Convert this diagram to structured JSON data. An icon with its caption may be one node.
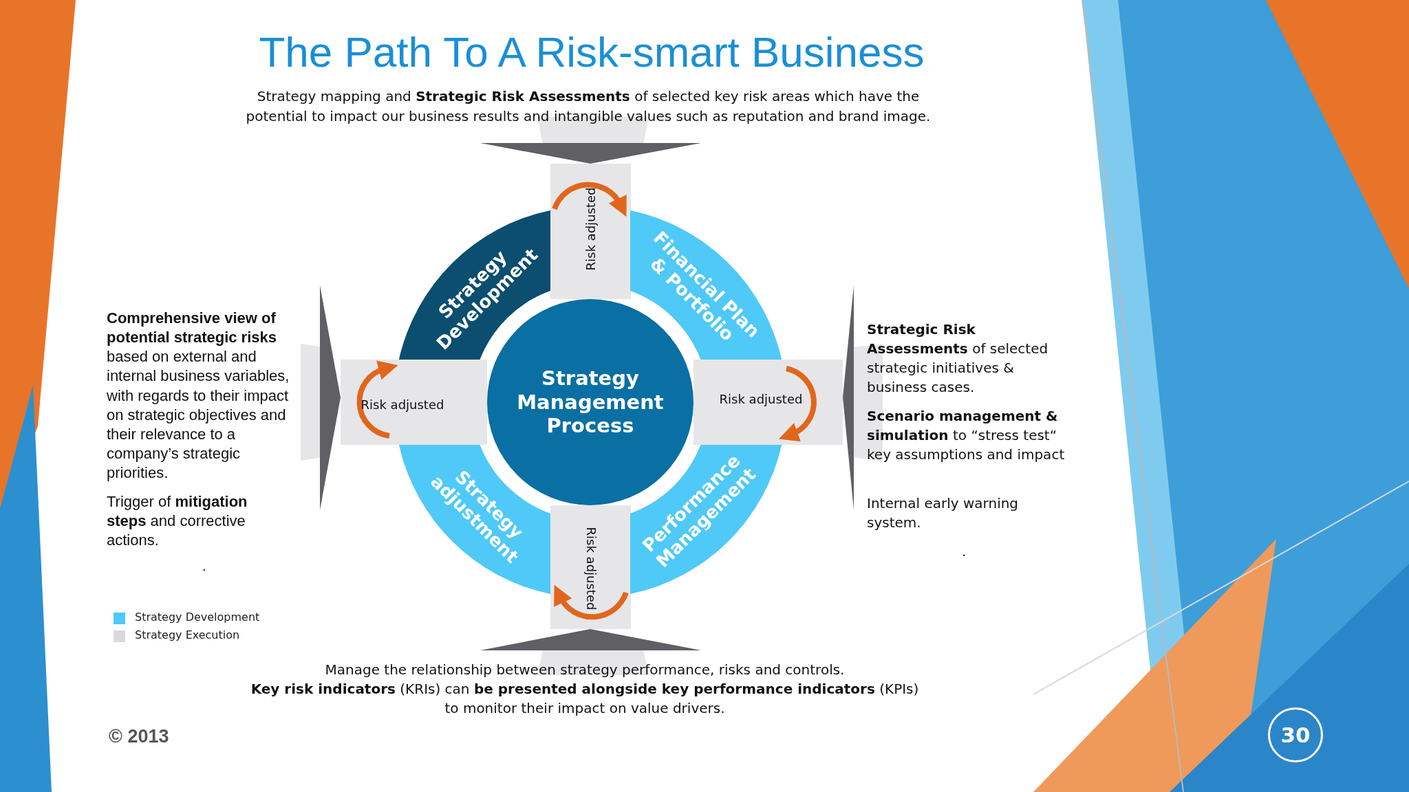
{
  "diagram": {
    "title": "The Path To A Risk-smart Business",
    "nodes": [
      {
        "text": [
          "Risk adjusted"
        ]
      },
      {
        "text": [
          "Strategy Development"
        ]
      },
      {
        "text": [
          "Financial Plan & Portfolio"
        ]
      },
      {
        "text": [
          "Risk adjusted"
        ]
      },
      {
        "text": [
          "Strategy Management Process"
        ]
      },
      {
        "text": [
          "Risk adjusted"
        ]
      },
      {
        "text": [
          "Strategy adjustment"
        ]
      },
      {
        "text": [
          "Performance Management"
        ]
      },
      {
        "text": [
          "Risk adjusted"
        ]
      },
      {
        "text": [],
        "shape": "triangle"
      },
      {
        "text": [],
        "shape": "triangle"
      },
      {
        "text": [],
        "shape": "triangle"
      },
      {
        "text": [],
        "shape": "triangle"
      }
    ],
    "labels": [
      "Strategy mapping and **Strategic Risk Assessments** of selected key risk areas which have the potential to impact our business results and intangible values such as reputation and brand image.",
      "**Comprehensive view of potential strategic risks** based on external and internal business variables, with regards to their impact on strategic objectives and their relevance to a company’s strategic priorities.",
      "Trigger of **mitigation steps** and corrective actions.",
      ".",
      "**Strategic Risk Assessments** of selected strategic initiatives & business cases.",
      "**Scenario management & simulation** to “stress test“ key assumptions and impact",
      "Internal early warning system.",
      ".",
      "Manage the relationship between strategy performance, risks and controls.",
      "**Key risk indicators** (KRIs) can **be presented alongside key performance indicators** (KPIs) to monitor their impact on value drivers.",
      "© 2013",
      "30"
    ],
    "legend": [
      {
        "text": "Strategy Development",
        "color": "#4fc9f7"
      },
      {
        "text": "Strategy Execution",
        "color": "#d9d9dc"
      }
    ]
  }
}
